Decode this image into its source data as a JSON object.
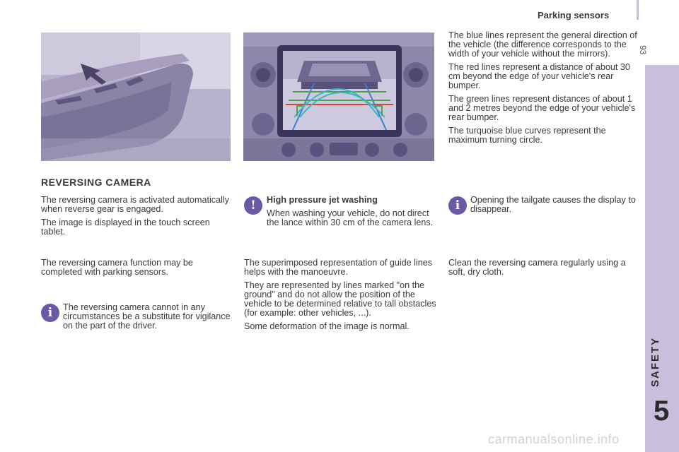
{
  "header": {
    "title": "Parking sensors",
    "page_number": "93"
  },
  "sidebar": {
    "chapter_name": "SAFETY",
    "chapter_number": "5"
  },
  "section_title": "REVERSING CAMERA",
  "col1": {
    "para1": "The reversing camera is activated automatically when reverse gear is engaged.",
    "para2": "The image is displayed in the touch screen tablet.",
    "para3": "The reversing camera function may be completed with parking sensors.",
    "info_note": "The reversing camera cannot in any circumstances be a substitute for vigilance on the part of the driver."
  },
  "col2": {
    "warning_title": "High pressure jet washing",
    "warning_text": "When washing your vehicle, do not direct the lance within 30 cm of the camera lens.",
    "para1": "The superimposed representation of guide lines helps with the manoeuvre.",
    "para2": "They are represented by lines marked \"on the ground\" and do not allow the position of the vehicle to be determined relative to tall obstacles (for example: other vehicles, ...).",
    "para3": "Some deformation of the image is normal."
  },
  "col3": {
    "blue_lines": "The blue lines represent the general direction of the vehicle (the difference corresponds to the width of your vehicle without the mirrors).",
    "red_lines": "The red lines represent a distance of about 30 cm beyond the edge of your vehicle's rear bumper.",
    "green_lines": "The green lines represent distances of about 1 and 2 metres beyond the edge of your vehicle's rear bumper.",
    "turquoise_lines": "The turquoise blue curves represent the maximum turning circle.",
    "info_note": "Opening the tailgate causes the display to disappear.",
    "para_clean": "Clean the reversing camera regularly using a soft, dry cloth."
  },
  "icons": {
    "info": "info-icon",
    "warning": "warning-icon"
  },
  "colors": {
    "sidebar": "#c9bfdc",
    "icon": "#6a5aa6",
    "guide_blue": "#3b7fd0",
    "guide_red": "#d2463c",
    "guide_green": "#4aa54a",
    "guide_turquoise": "#38b8c0"
  },
  "footer": {
    "watermark": "carmanualsonline.info"
  }
}
